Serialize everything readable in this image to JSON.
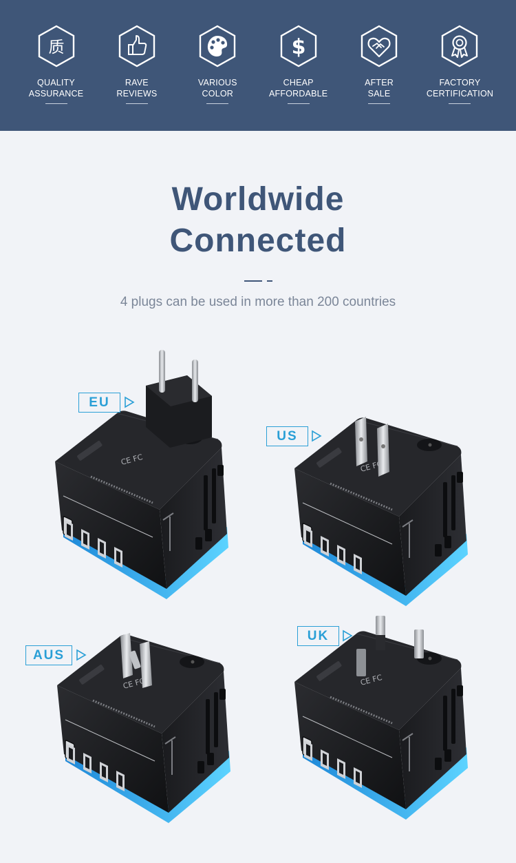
{
  "features": [
    {
      "icon": "quality-icon",
      "glyph": "质",
      "line1": "QUALITY",
      "line2": "ASSURANCE"
    },
    {
      "icon": "thumbs-up-icon",
      "line1": "RAVE",
      "line2": "REVIEWS"
    },
    {
      "icon": "palette-icon",
      "line1": "VARIOUS",
      "line2": "COLOR"
    },
    {
      "icon": "dollar-icon",
      "glyph": "$",
      "line1": "CHEAP",
      "line2": "AFFORDABLE"
    },
    {
      "icon": "handshake-heart-icon",
      "line1": "AFTER",
      "line2": "SALE"
    },
    {
      "icon": "award-ribbon-icon",
      "line1": "FACTORY",
      "line2": "CERTIFICATION"
    }
  ],
  "heading": {
    "line1": "Worldwide",
    "line2": "Connected"
  },
  "subtitle": "4 plugs can be used in more than 200 countries",
  "plugs": [
    {
      "label": "EU",
      "icon": "eu-plug-adapter-icon"
    },
    {
      "label": "US",
      "icon": "us-plug-adapter-icon"
    },
    {
      "label": "AUS",
      "icon": "aus-plug-adapter-icon"
    },
    {
      "label": "UK",
      "icon": "uk-plug-adapter-icon"
    }
  ],
  "colors": {
    "banner": "#3f5678",
    "heading": "#3f5678",
    "subtitle": "#7b8698",
    "accent": "#2a9fd6",
    "adapter_body": "#1c1d20",
    "adapter_glow": "#2aa8ee",
    "background": "#f1f3f7"
  }
}
